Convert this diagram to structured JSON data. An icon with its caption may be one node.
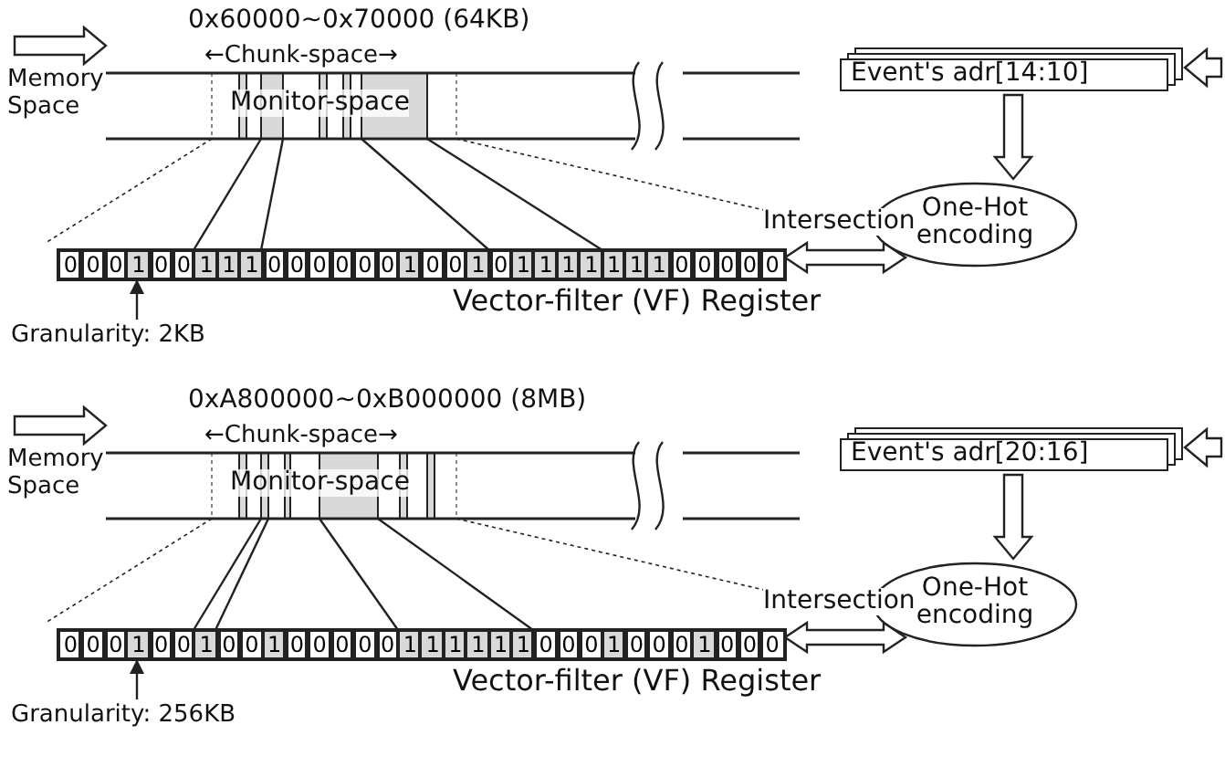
{
  "diagram": {
    "nodes": [
      {
        "text": [
          "Memory Space"
        ]
      },
      {
        "text": [
          "Monitor-space"
        ]
      },
      {
        "text": [
          "Event's adr[14:10]"
        ]
      },
      {
        "text": [
          "One-Hot encoding"
        ]
      },
      {
        "text": [
          "Vector-filter (VF) Register"
        ]
      },
      {
        "text": [
          "Granularity: 2KB"
        ]
      },
      {
        "text": [
          "Memory Space"
        ]
      },
      {
        "text": [
          "Monitor-space"
        ]
      },
      {
        "text": [
          "Event's adr[20:16]"
        ]
      },
      {
        "text": [
          "One-Hot encoding"
        ]
      },
      {
        "text": [
          "Vector-filter (VF) Register"
        ]
      },
      {
        "text": [
          "Granularity: 256KB"
        ]
      }
    ],
    "edges": [
      {
        "from": 0,
        "to": 1,
        "arrow": "to"
      },
      {
        "from": null,
        "to": 2,
        "arrow": "to"
      },
      {
        "from": 2,
        "to": 3,
        "arrow": "to"
      },
      {
        "from": 3,
        "to": 4,
        "arrow": "both",
        "label": "Intersection"
      },
      {
        "from": 5,
        "to": 4,
        "arrow": "to"
      },
      {
        "from": 1,
        "to": 4,
        "arrow": "none"
      },
      {
        "from": 1,
        "to": 4,
        "arrow": "none"
      },
      {
        "from": 1,
        "to": 4,
        "arrow": "none"
      },
      {
        "from": 1,
        "to": 4,
        "arrow": "none"
      },
      {
        "from": 6,
        "to": 7,
        "arrow": "to"
      },
      {
        "from": null,
        "to": 8,
        "arrow": "to"
      },
      {
        "from": 8,
        "to": 9,
        "arrow": "to"
      },
      {
        "from": 9,
        "to": 10,
        "arrow": "both",
        "label": "Intersection"
      },
      {
        "from": 11,
        "to": 10,
        "arrow": "to"
      },
      {
        "from": 7,
        "to": 10,
        "arrow": "none"
      },
      {
        "from": 7,
        "to": 10,
        "arrow": "none"
      },
      {
        "from": 7,
        "to": 10,
        "arrow": "none"
      },
      {
        "from": 7,
        "to": 10,
        "arrow": "none"
      }
    ],
    "labels": [
      "0x60000~0x70000 (64KB)",
      "←Chunk-space→",
      "0",
      "0",
      "0",
      "1",
      "0",
      "0",
      "1",
      "1",
      "1",
      "0",
      "0",
      "0",
      "0",
      "0",
      "0",
      "1",
      "0",
      "0",
      "1",
      "0",
      "1",
      "1",
      "1",
      "1",
      "1",
      "1",
      "1",
      "0",
      "0",
      "0",
      "0",
      "0",
      "0xA800000~0xB000000 (8MB)",
      "←Chunk-space→",
      "0",
      "0",
      "0",
      "1",
      "0",
      "0",
      "1",
      "0",
      "0",
      "1",
      "0",
      "0",
      "0",
      "0",
      "0",
      "1",
      "1",
      "1",
      "1",
      "1",
      "1",
      "0",
      "0",
      "0",
      "1",
      "0",
      "0",
      "0",
      "1",
      "0",
      "0",
      "0"
    ]
  }
}
